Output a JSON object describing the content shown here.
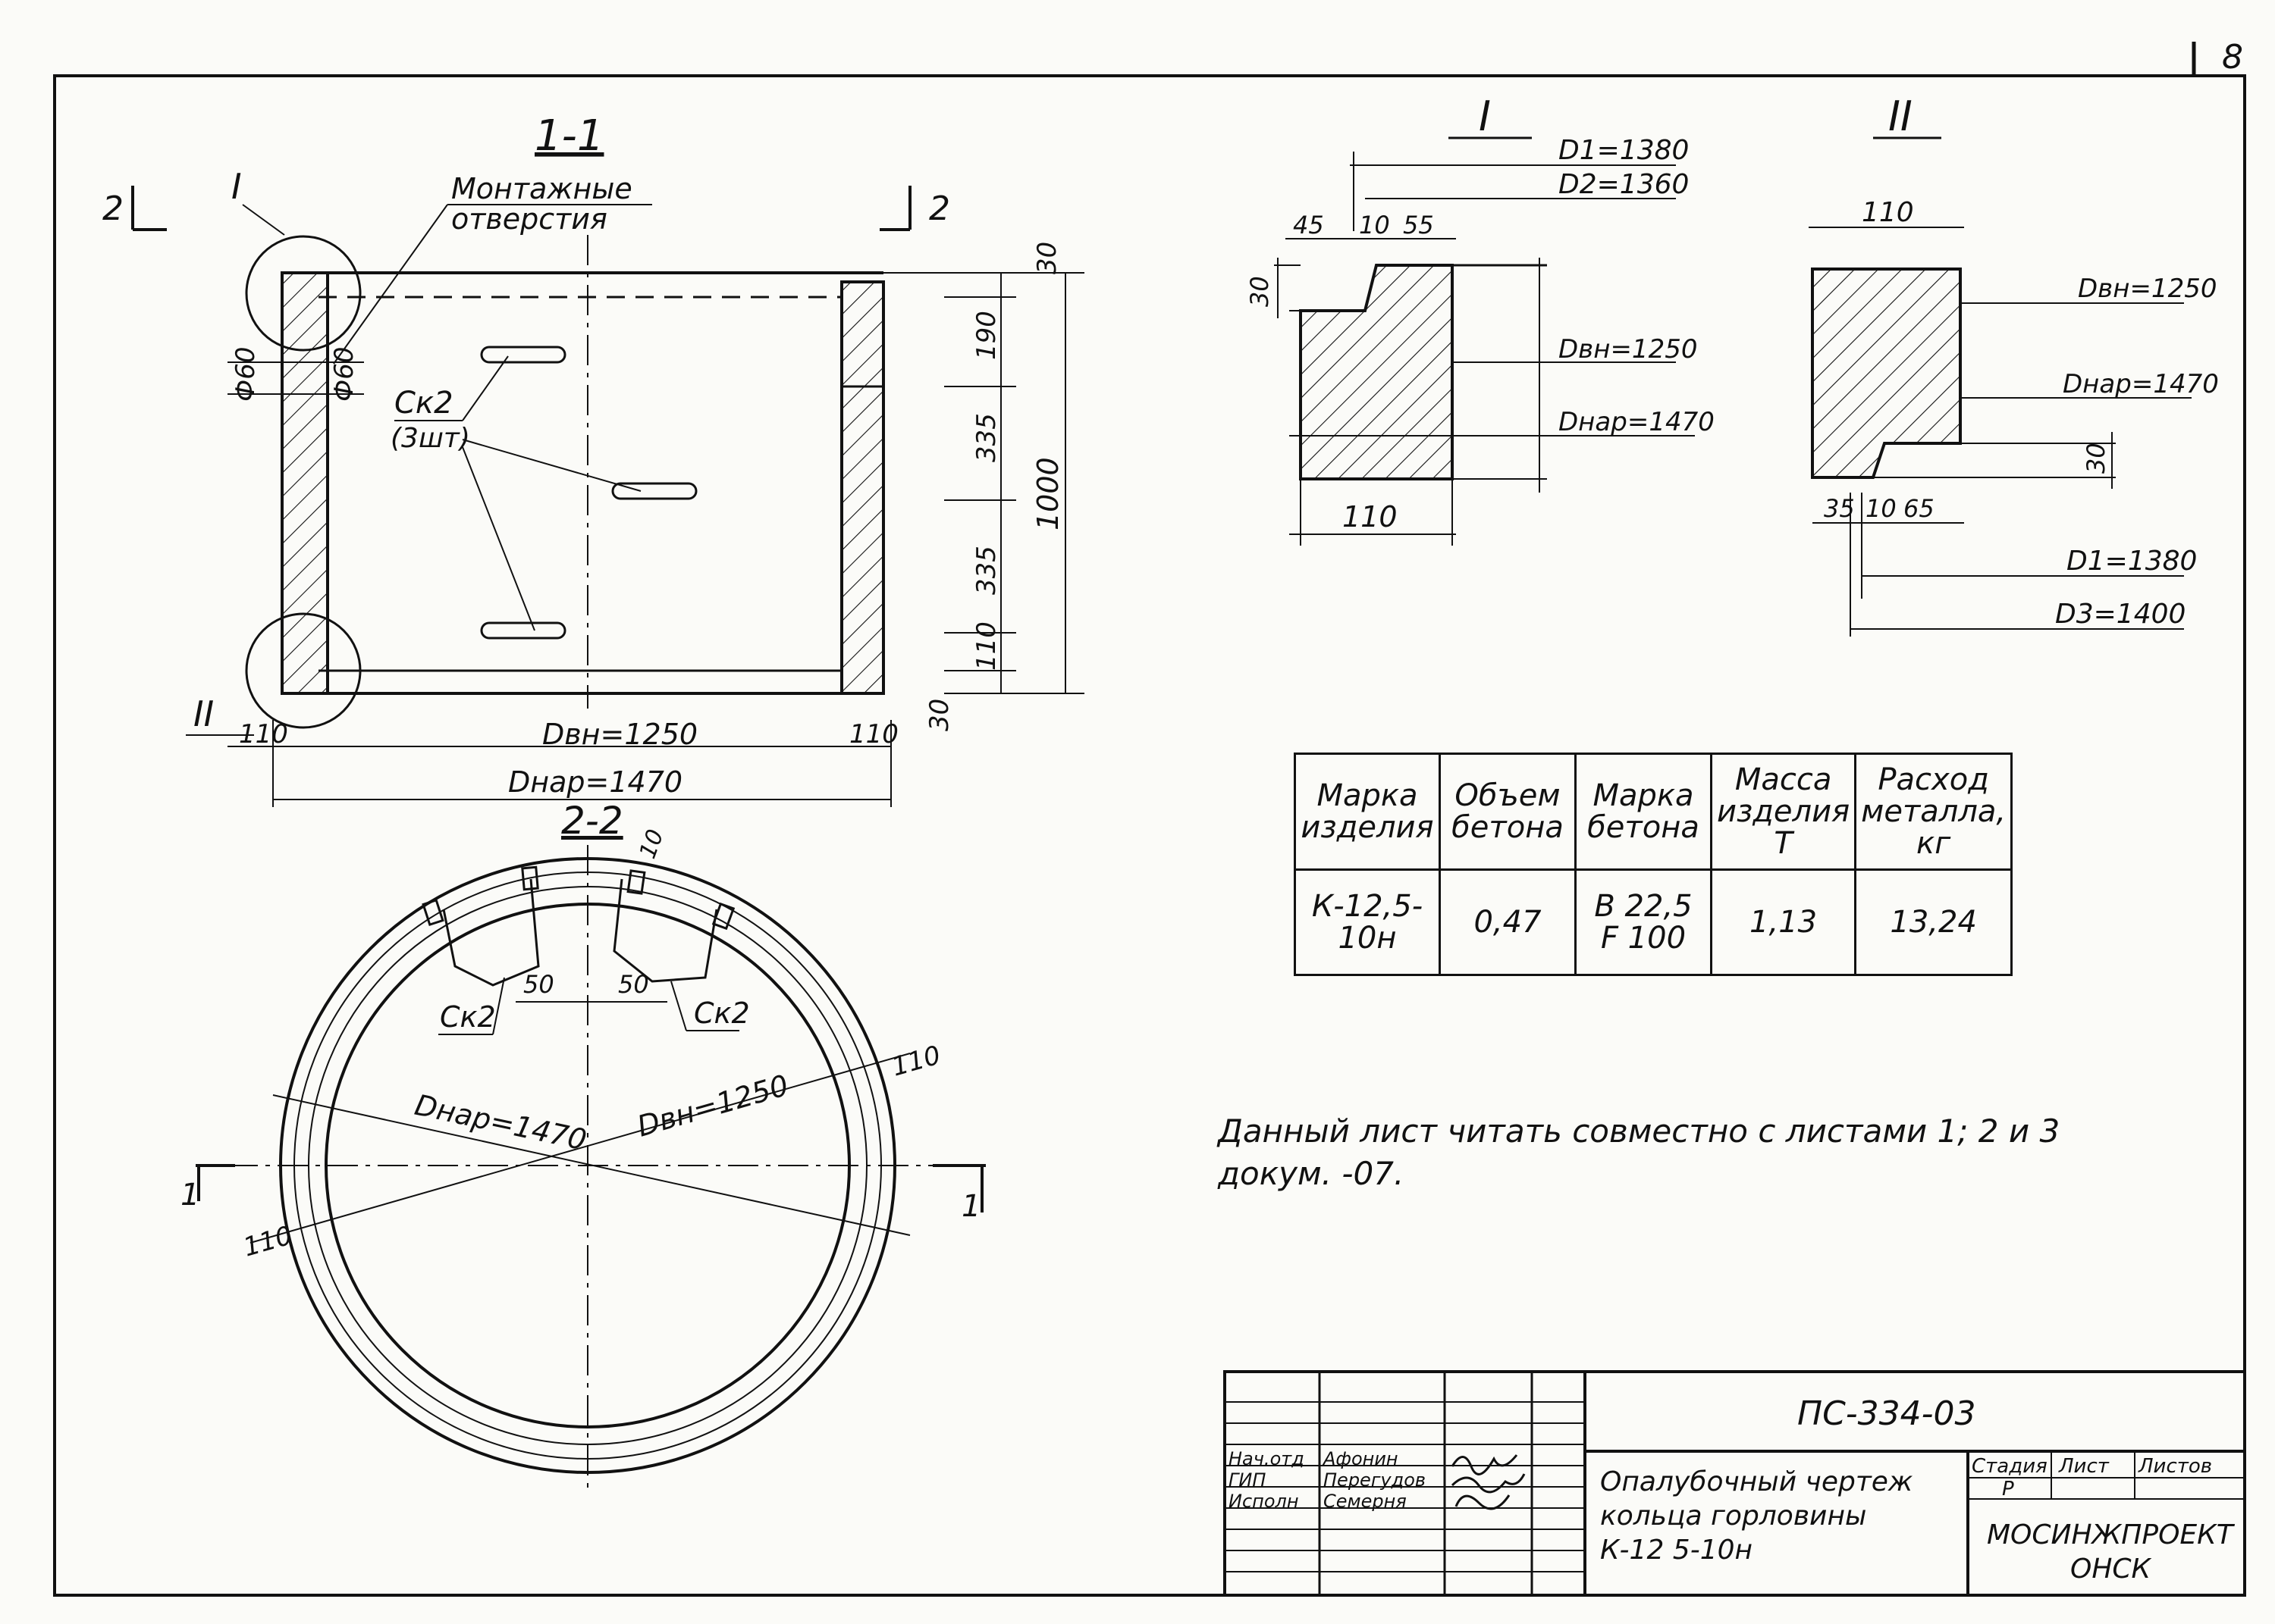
{
  "sheet": {
    "number": "8"
  },
  "section_1_1": {
    "title": "1-1",
    "cut_marks": [
      "2",
      "2"
    ],
    "callout_I": "I",
    "callout_II": "II",
    "mounting_holes": [
      "Монтажные",
      "отверстия"
    ],
    "bracket_ref": "Ск2",
    "bracket_count": "(3шт)",
    "hole_dia_1": "Ф60",
    "hole_dia_2": "Ф60",
    "dims_right": [
      "30",
      "190",
      "335",
      "335",
      "110",
      "30"
    ],
    "dim_total": "1000",
    "wall_left": "110",
    "wall_right": "110",
    "inner_dia": "Dвн=1250",
    "outer_dia": "Dнар=1470"
  },
  "section_2_2": {
    "title": "2-2",
    "cut_marks": [
      "1",
      "1"
    ],
    "bracket_left": "Ск2",
    "bracket_right": "Ск2",
    "gap_left": "50",
    "gap_right": "50",
    "top_gap": "10",
    "outer_dia": "Dнар=1470",
    "inner_dia": "Dвн=1250",
    "wall_right": "110",
    "wall_left": "110"
  },
  "detail_I": {
    "title": "I",
    "d1": "D1=1380",
    "d2": "D2=1360",
    "widths": [
      "45",
      "10",
      "55"
    ],
    "step": "30",
    "inner": "Dвн=1250",
    "outer": "Dнар=1470",
    "width": "110"
  },
  "detail_II": {
    "title": "II",
    "width": "110",
    "inner": "Dвн=1250",
    "outer": "Dнар=1470",
    "step": "30",
    "widths": [
      "35",
      "10",
      "65"
    ],
    "d1": "D1=1380",
    "d3": "D3=1400"
  },
  "spec_table": {
    "headers": [
      "Марка изделия",
      "Объем бетона",
      "Марка бетона",
      "Масса изделия Т",
      "Расход металла, кг"
    ],
    "row": [
      "К-12,5-10н",
      "0,47",
      "В 22,5 F 100",
      "1,13",
      "13,24"
    ]
  },
  "note": "Данный лист читать совместно с листами 1; 2 и 3 докум. -07.",
  "title_block": {
    "doc_code": "ПС-334-03",
    "roles": [
      "Нач.отд",
      "ГИП",
      "Исполн"
    ],
    "names": [
      "Афонин",
      "Перегудов",
      "Семерня"
    ],
    "title_lines": [
      "Опалубочный чертеж",
      "кольца горловины",
      "К-12 5-10н"
    ],
    "stage_label": "Стадия",
    "sheet_label": "Лист",
    "sheets_label": "Листов",
    "stage": "Р",
    "sheet_num": "",
    "sheets_num": "",
    "org": [
      "МОСИНЖПРОЕКТ",
      "ОНСК"
    ]
  },
  "colors": {
    "ink": "#111111",
    "paper": "#fbfbf8"
  }
}
